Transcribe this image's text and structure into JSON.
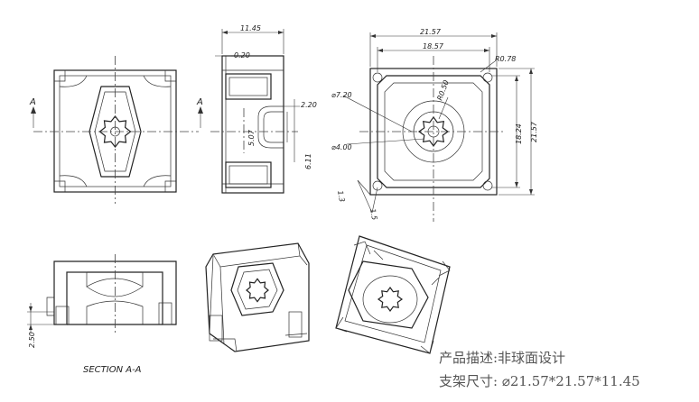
{
  "views": {
    "front": {
      "section_label_left": "A",
      "section_label_right": "A"
    },
    "side": {
      "dim_width": "11.45",
      "dim_lip": "0.20",
      "dim_hole": "2.20",
      "dim_depth1": "5.07",
      "dim_depth2": "6.11"
    },
    "top": {
      "dim_outer": "21.57",
      "dim_inner": "18.57",
      "dim_radius_corner": "R0.78",
      "dim_diameter_large": "⌀7.20",
      "dim_radius_small": "R0.50",
      "dim_diameter_small": "⌀4.00",
      "dim_height_inner": "18.24",
      "dim_height_outer": "21.57",
      "dim_chamfer_a": "1.3",
      "dim_chamfer_b": "1.5"
    },
    "section": {
      "dim_step": "2.50",
      "caption": "SECTION A-A"
    }
  },
  "description": {
    "line1": "产品描述:非球面设计",
    "line2": "支架尺寸: ⌀21.57*21.57*11.45"
  }
}
